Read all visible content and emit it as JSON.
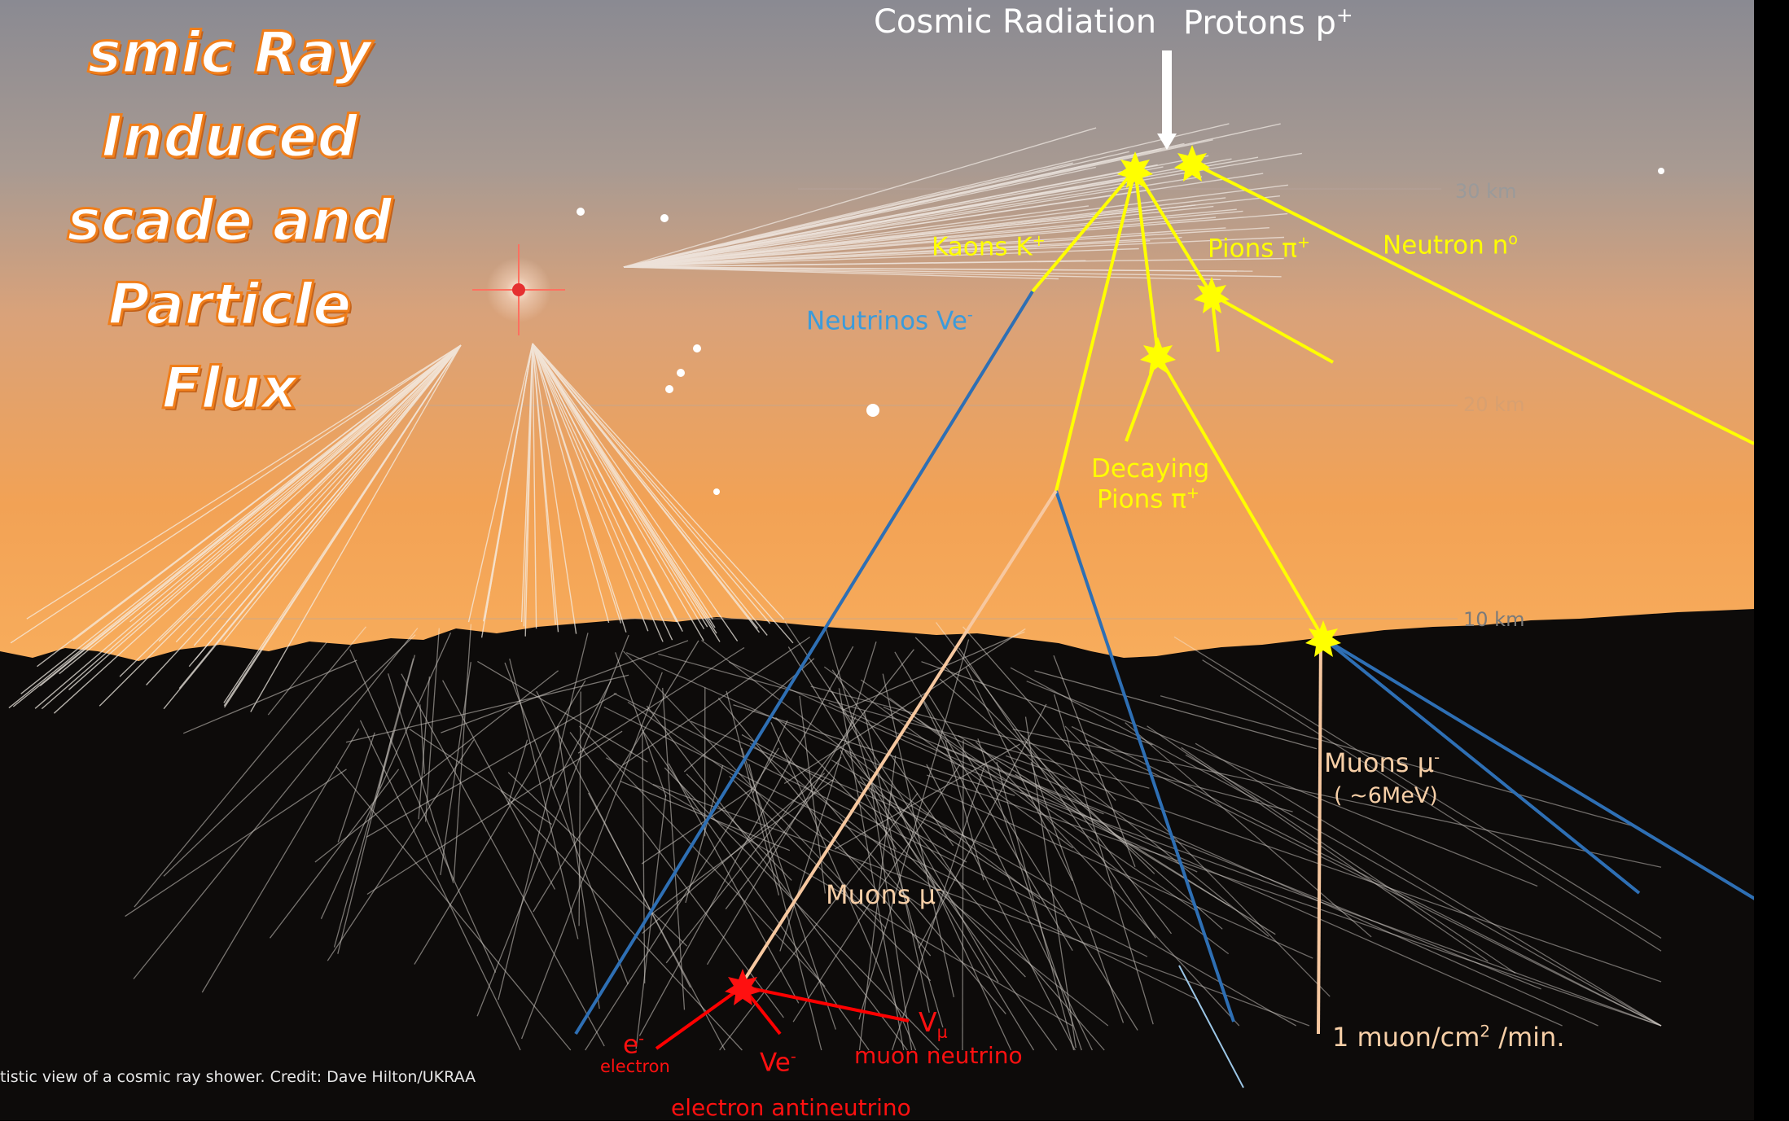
{
  "title": [
    "smic Ray Induced",
    "scade and Particle",
    "Flux"
  ],
  "labels": {
    "cosmic_radiation": "Cosmic Radiation",
    "protons": "Protons p",
    "protons_sup": "+",
    "kaons": "Kaons K",
    "kaons_sup": "+",
    "pions": "Pions π",
    "pions_sup": "+",
    "neutron": "Neutron n",
    "neutron_sup": "o",
    "neutrinos": "Neutrinos Ve",
    "neutrinos_sup": "-",
    "decaying": "Decaying",
    "decaying_pions": "Pions π",
    "decaying_pions_sup": "+",
    "muons_right": "Muons μ",
    "muons_right_sup": "-",
    "muons_energy": "( ~6MeV)",
    "muons_left": "Muons μ",
    "muons_left_sup": "-",
    "flux": "1 muon/cm",
    "flux_sup": "2",
    "flux_tail": " /min.",
    "electron_symbol": "e",
    "electron_sup": "-",
    "electron_name": "electron",
    "ve": "Ve",
    "ve_sup": "-",
    "vmu": "V",
    "vmu_sub": "μ",
    "muon_neutrino": "muon neutrino",
    "electron_antineutrino": "electron antineutrino"
  },
  "altitudes": [
    "30 km",
    "20 km",
    "10 km"
  ],
  "credit": "tistic view of a cosmic ray shower. Credit: Dave Hilton/UKRAA",
  "colors": {
    "title_fill": "#ffffff",
    "title_outline": "#f07e1a",
    "hadron_track": "#ffff00",
    "neutrino_track": "#2e6fb4",
    "muon_track": "#f7c8a0",
    "decay_products": "#ff0000",
    "sky_top": "#8c8c94",
    "sky_horizon": "#f5a35a"
  }
}
